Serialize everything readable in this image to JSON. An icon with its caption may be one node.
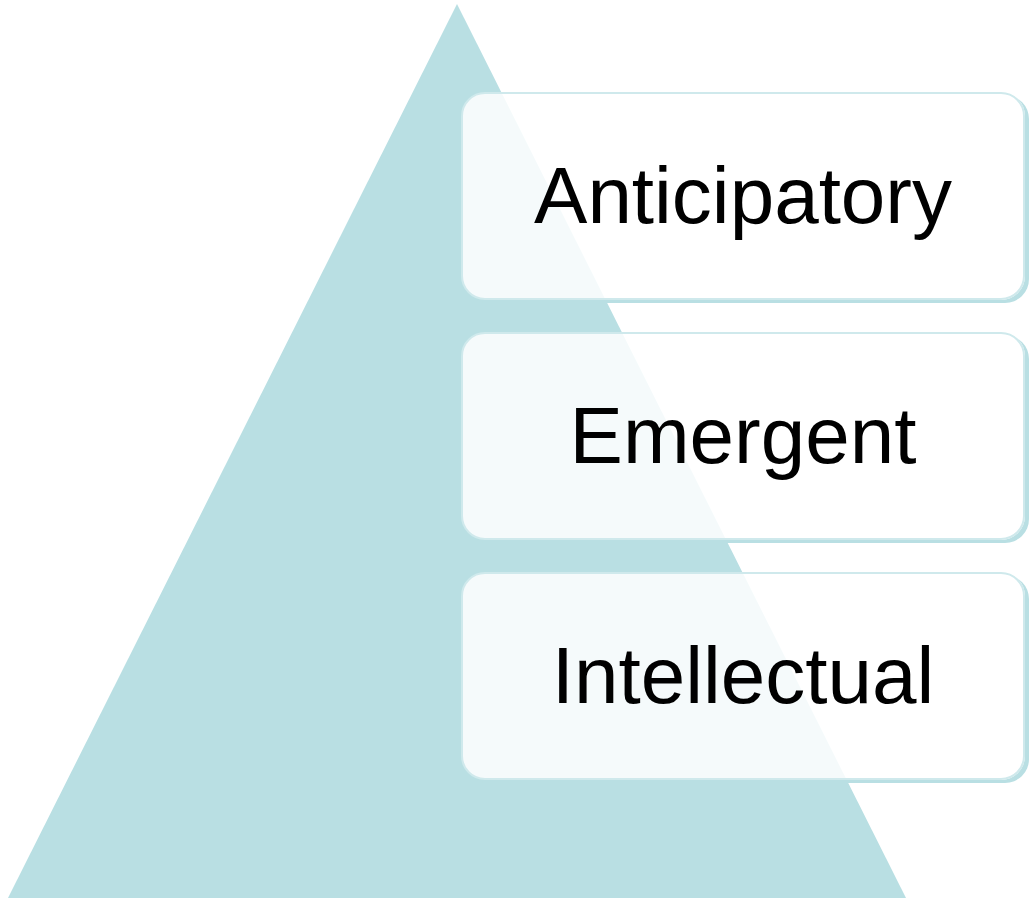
{
  "diagram": {
    "nodes": [
      {
        "text": [],
        "shape": "triangle"
      },
      {
        "text": [
          "Anticipatory"
        ]
      },
      {
        "text": [
          "Emergent"
        ]
      },
      {
        "text": [
          "Intellectual"
        ]
      }
    ]
  }
}
